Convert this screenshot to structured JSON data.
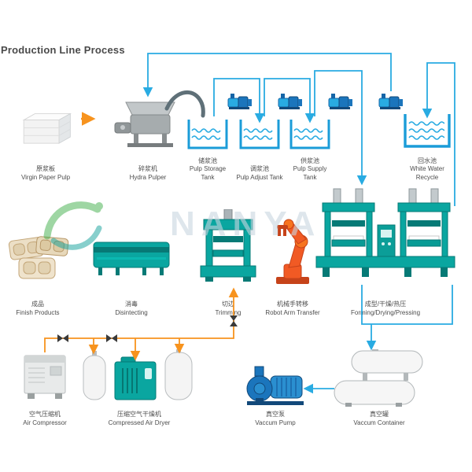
{
  "title": "Production Line Process",
  "watermark": {
    "brand": "NANYA"
  },
  "colors": {
    "pipe_blue": "#29abe2",
    "pipe_orange": "#f7931e",
    "machine_teal": "#0aa6a0",
    "machine_teal_dark": "#067a76",
    "robot_orange": "#f15a24",
    "tank_blue": "#1b9cd8",
    "pump_blue": "#1b75bc",
    "gray_machine": "#a6acae",
    "tray_tan": "#e9dcc0",
    "label_text": "#4d4d4d"
  },
  "stations": {
    "top": [
      {
        "id": "virgin-paper-pulp",
        "zh": "原浆板",
        "en": "Virgin Paper Pulp"
      },
      {
        "id": "hydra-pulper",
        "zh": "碎浆机",
        "en": "Hydra Pulper"
      },
      {
        "id": "pulp-storage-tank",
        "zh": "储浆池",
        "en": "Pulp Storage Tank"
      },
      {
        "id": "pulp-adjust-tank",
        "zh": "调浆池",
        "en": "Pulp Adjust Tank"
      },
      {
        "id": "pulp-supply-tank",
        "zh": "供浆池",
        "en": "Pulp Supply Tank"
      },
      {
        "id": "white-water-recycle",
        "zh": "回水池",
        "en": "White Water Recycle"
      }
    ],
    "middle": [
      {
        "id": "finish-products",
        "zh": "成品",
        "en": "Finish Products"
      },
      {
        "id": "disintecting",
        "zh": "消毒",
        "en": "Disintecting"
      },
      {
        "id": "trimming",
        "zh": "切边",
        "en": "Trimming"
      },
      {
        "id": "robot-arm-transfer",
        "zh": "机械手转移",
        "en": "Robot Arm Transfer"
      },
      {
        "id": "forming-drying-pressing",
        "zh": "成型/干燥/热压",
        "en": "Forming/Drying/Pressing"
      }
    ],
    "bottom": [
      {
        "id": "air-compressor",
        "zh": "空气压缩机",
        "en": "Air Compressor"
      },
      {
        "id": "compressed-air-dryer",
        "zh": "压缩空气干燥机",
        "en": "Compressed Air Dryer"
      },
      {
        "id": "vaccum-pump",
        "zh": "真空泵",
        "en": "Vaccum Pump"
      },
      {
        "id": "vaccum-container",
        "zh": "真空罐",
        "en": "Vaccum Container"
      }
    ]
  }
}
